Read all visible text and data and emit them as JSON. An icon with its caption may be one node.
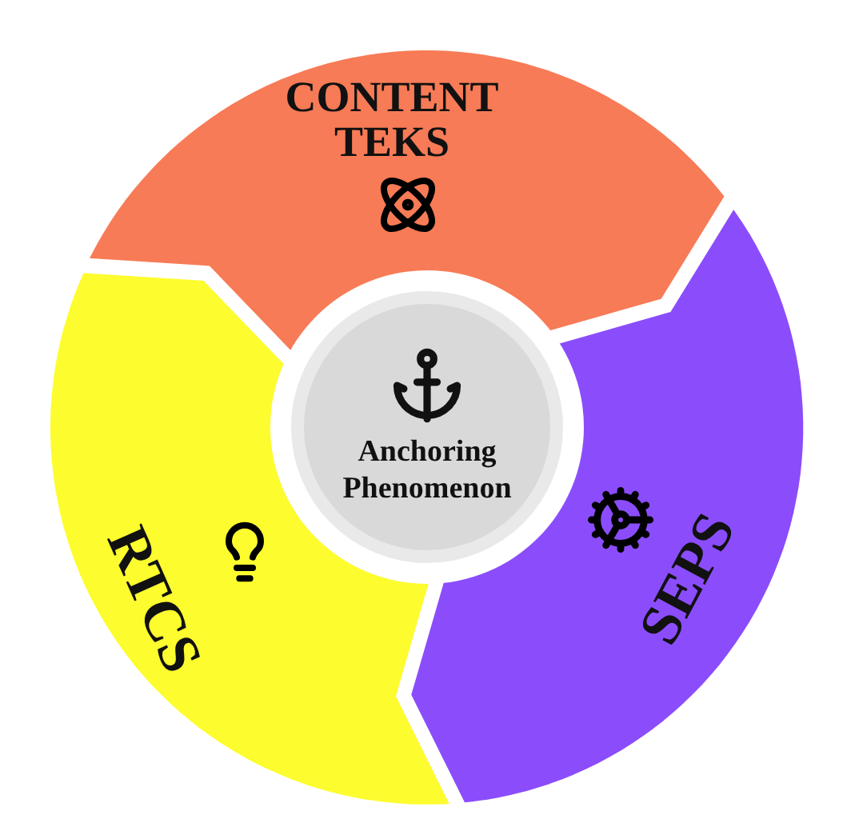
{
  "diagram": {
    "nodes": [
      {
        "text": [
          "CONTENT TEKS"
        ]
      },
      {
        "text": [
          "Anchoring Phenomenon"
        ]
      },
      {
        "text": [
          "SEPS"
        ]
      },
      {
        "text": [
          "RTCS"
        ]
      }
    ]
  }
}
